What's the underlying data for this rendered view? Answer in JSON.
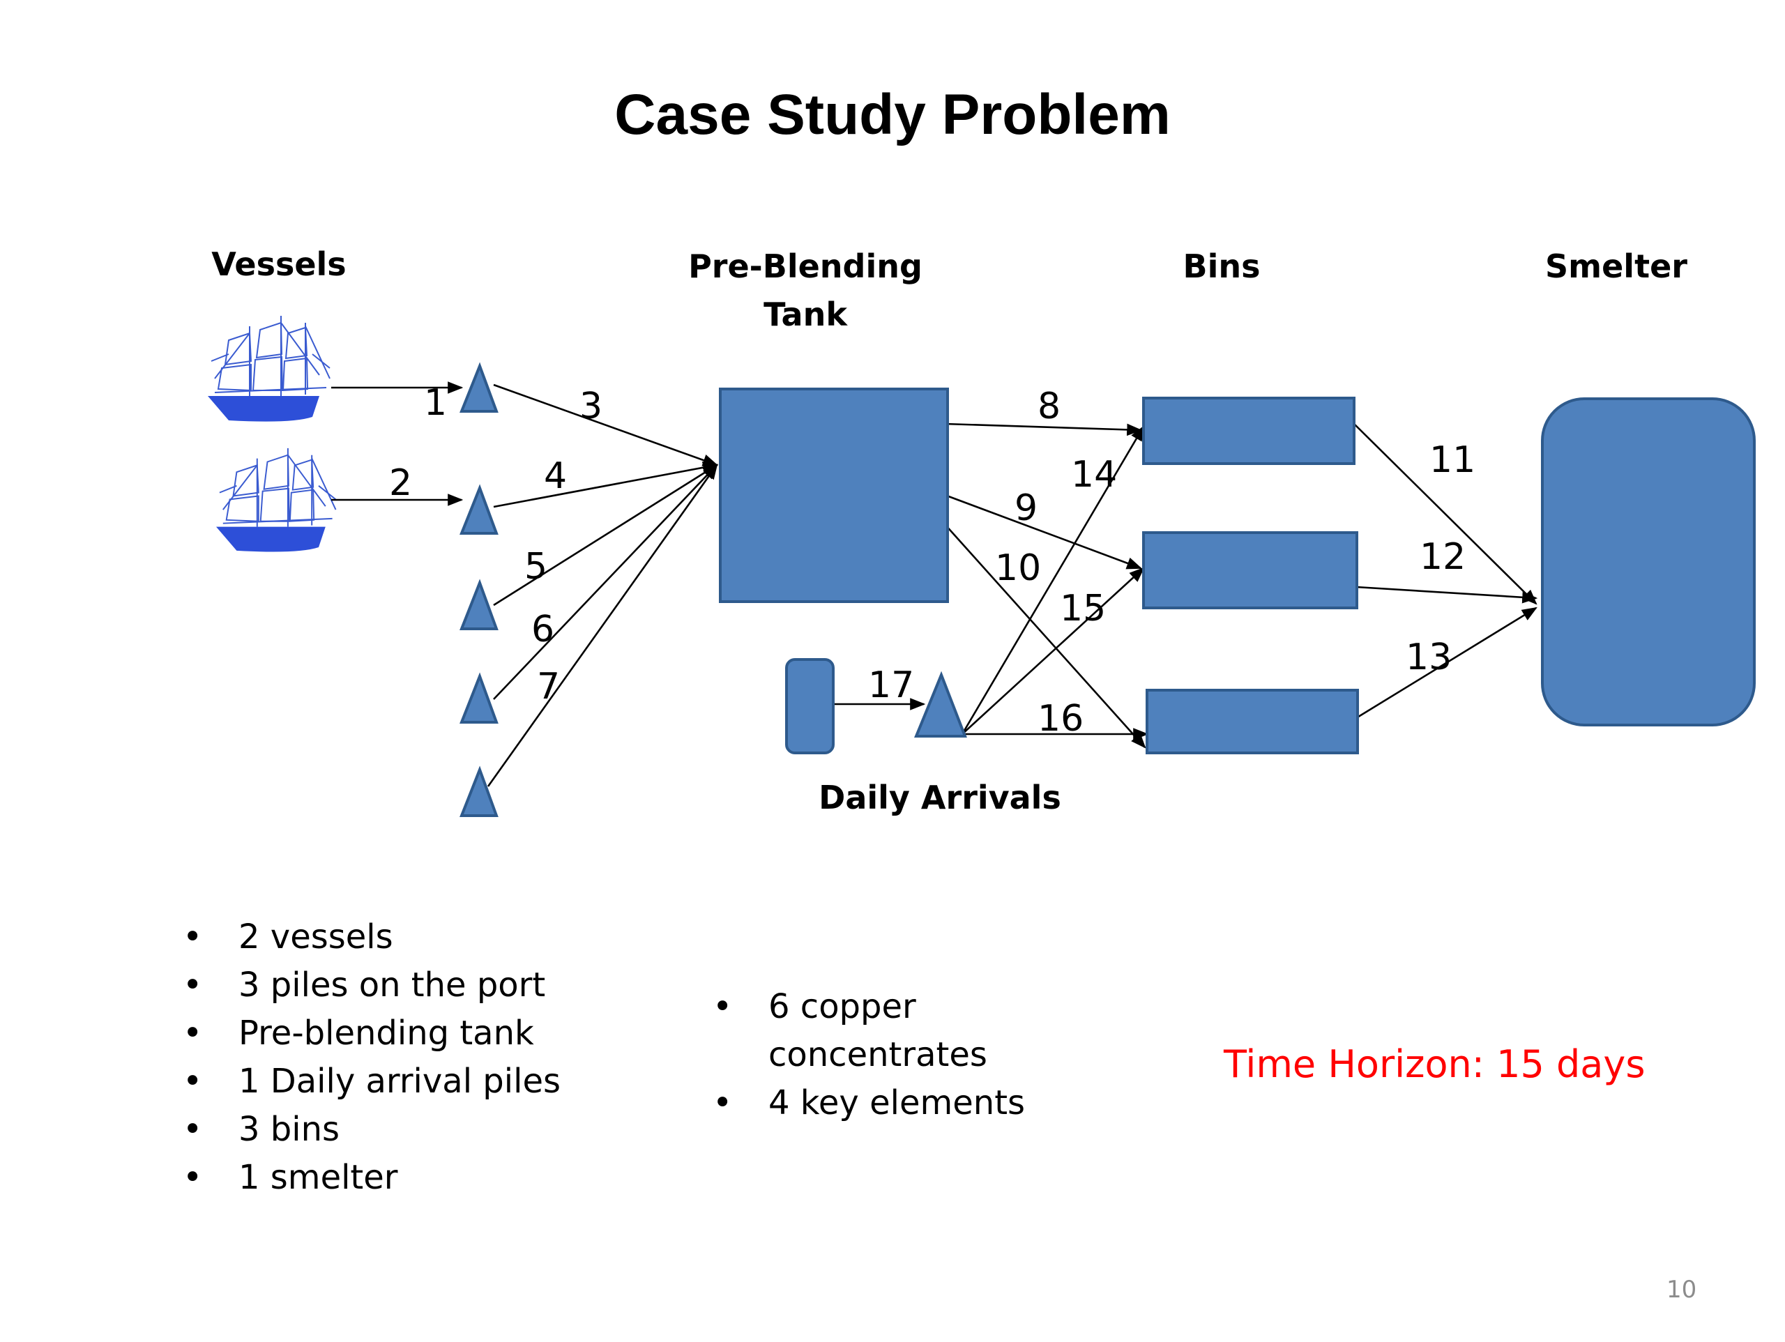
{
  "title": "Case Study Problem",
  "headers": {
    "vessels": "Vessels",
    "pre_blending_line1": "Pre-Blending",
    "pre_blending_line2": "Tank",
    "bins": "Bins",
    "smelter": "Smelter",
    "daily_arrivals": "Daily Arrivals"
  },
  "colors": {
    "shape_fill": "#4f81bd",
    "shape_stroke": "#2e5a8c",
    "ship": "#2d4fd8",
    "highlight_text": "#ff0000"
  },
  "icons": [
    "sailing-ship-icon",
    "pile-triangle-icon",
    "arrow-icon"
  ],
  "nodes": [
    {
      "id": "vessel-1",
      "type": "vessel"
    },
    {
      "id": "vessel-2",
      "type": "vessel"
    },
    {
      "id": "port-pile-1",
      "type": "pile"
    },
    {
      "id": "port-pile-2",
      "type": "pile"
    },
    {
      "id": "port-pile-3",
      "type": "pile"
    },
    {
      "id": "port-pile-4",
      "type": "pile"
    },
    {
      "id": "port-pile-5",
      "type": "pile"
    },
    {
      "id": "pre-blending-tank",
      "type": "tank"
    },
    {
      "id": "daily-source",
      "type": "source"
    },
    {
      "id": "daily-arrival-pile",
      "type": "pile"
    },
    {
      "id": "bin-1",
      "type": "bin"
    },
    {
      "id": "bin-2",
      "type": "bin"
    },
    {
      "id": "bin-3",
      "type": "bin"
    },
    {
      "id": "smelter",
      "type": "smelter"
    }
  ],
  "edges": [
    {
      "label": "1",
      "from": "vessel-1",
      "to": "port-pile-1"
    },
    {
      "label": "2",
      "from": "vessel-2",
      "to": "port-pile-2"
    },
    {
      "label": "3",
      "from": "port-pile-1",
      "to": "pre-blending-tank"
    },
    {
      "label": "4",
      "from": "port-pile-2",
      "to": "pre-blending-tank"
    },
    {
      "label": "5",
      "from": "port-pile-3",
      "to": "pre-blending-tank"
    },
    {
      "label": "6",
      "from": "port-pile-4",
      "to": "pre-blending-tank"
    },
    {
      "label": "7",
      "from": "port-pile-5",
      "to": "pre-blending-tank"
    },
    {
      "label": "8",
      "from": "pre-blending-tank",
      "to": "bin-1"
    },
    {
      "label": "9",
      "from": "pre-blending-tank",
      "to": "bin-2"
    },
    {
      "label": "10",
      "from": "pre-blending-tank",
      "to": "bin-3"
    },
    {
      "label": "11",
      "from": "bin-1",
      "to": "smelter"
    },
    {
      "label": "12",
      "from": "bin-2",
      "to": "smelter"
    },
    {
      "label": "13",
      "from": "bin-3",
      "to": "smelter"
    },
    {
      "label": "14",
      "from": "daily-arrival-pile",
      "to": "bin-1"
    },
    {
      "label": "15",
      "from": "daily-arrival-pile",
      "to": "bin-2"
    },
    {
      "label": "16",
      "from": "daily-arrival-pile",
      "to": "bin-3"
    },
    {
      "label": "17",
      "from": "daily-source",
      "to": "daily-arrival-pile"
    }
  ],
  "bullets_left": [
    "2 vessels",
    "3 piles on the port",
    "Pre-blending tank",
    "1 Daily arrival piles",
    "3 bins",
    "1 smelter"
  ],
  "bullets_right": [
    "6 copper concentrates",
    "4 key elements"
  ],
  "time_horizon": "Time Horizon: 15 days",
  "page_number": "10"
}
